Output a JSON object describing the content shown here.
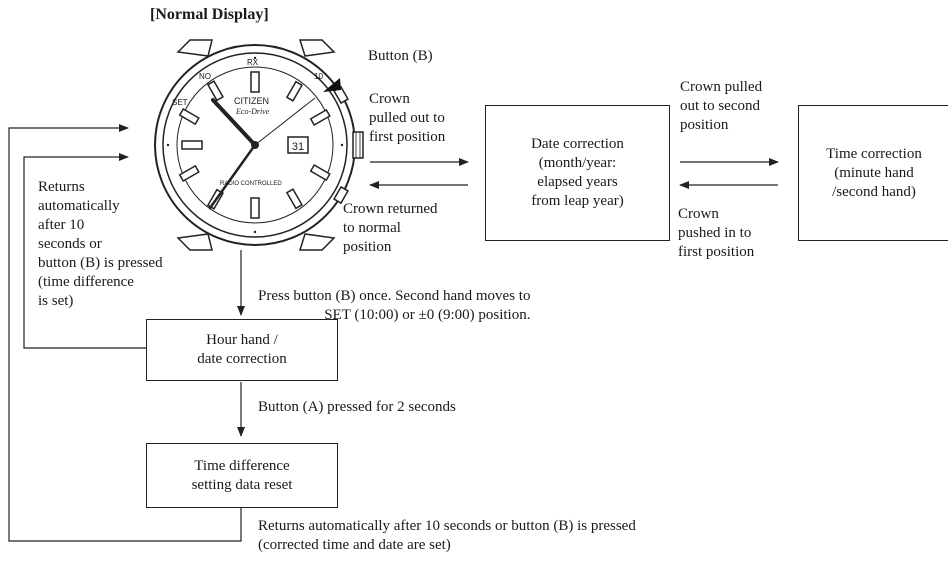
{
  "title": "[Normal Display]",
  "watch": {
    "brand": "CITIZEN",
    "sub_brand": "Eco-Drive",
    "dial_marks": {
      "rx": "RX",
      "set": "SET",
      "no": "NO",
      "ten": "10",
      "radio": "RADIO CONTROLLED"
    }
  },
  "labels": {
    "button_b": "Button (B)",
    "crown_first": "Crown\npulled out to\nfirst position",
    "crown_returned": "Crown returned\nto normal\nposition",
    "crown_second": "Crown pulled\nout to second\nposition",
    "crown_pushed": "Crown\npushed in to\nfirst position",
    "returns_left": "Returns\nautomatically\nafter 10\nseconds or\nbutton (B) is pressed\n(time difference\nis set)",
    "press_b": "Press button (B) once. Second hand moves to\nSET (10:00) or ±0 (9:00) position.",
    "button_a": "Button (A) pressed for 2 seconds",
    "returns_bottom": "Returns automatically after 10 seconds or button (B) is pressed\n(corrected time and date are set)"
  },
  "boxes": {
    "date_correction": "Date correction\n(month/year:\nelapsed years\nfrom leap year)",
    "time_correction": "Time correction\n(minute hand\n/second hand)",
    "hour_hand": "Hour hand /\ndate correction",
    "time_diff": "Time difference\nsetting data reset"
  }
}
